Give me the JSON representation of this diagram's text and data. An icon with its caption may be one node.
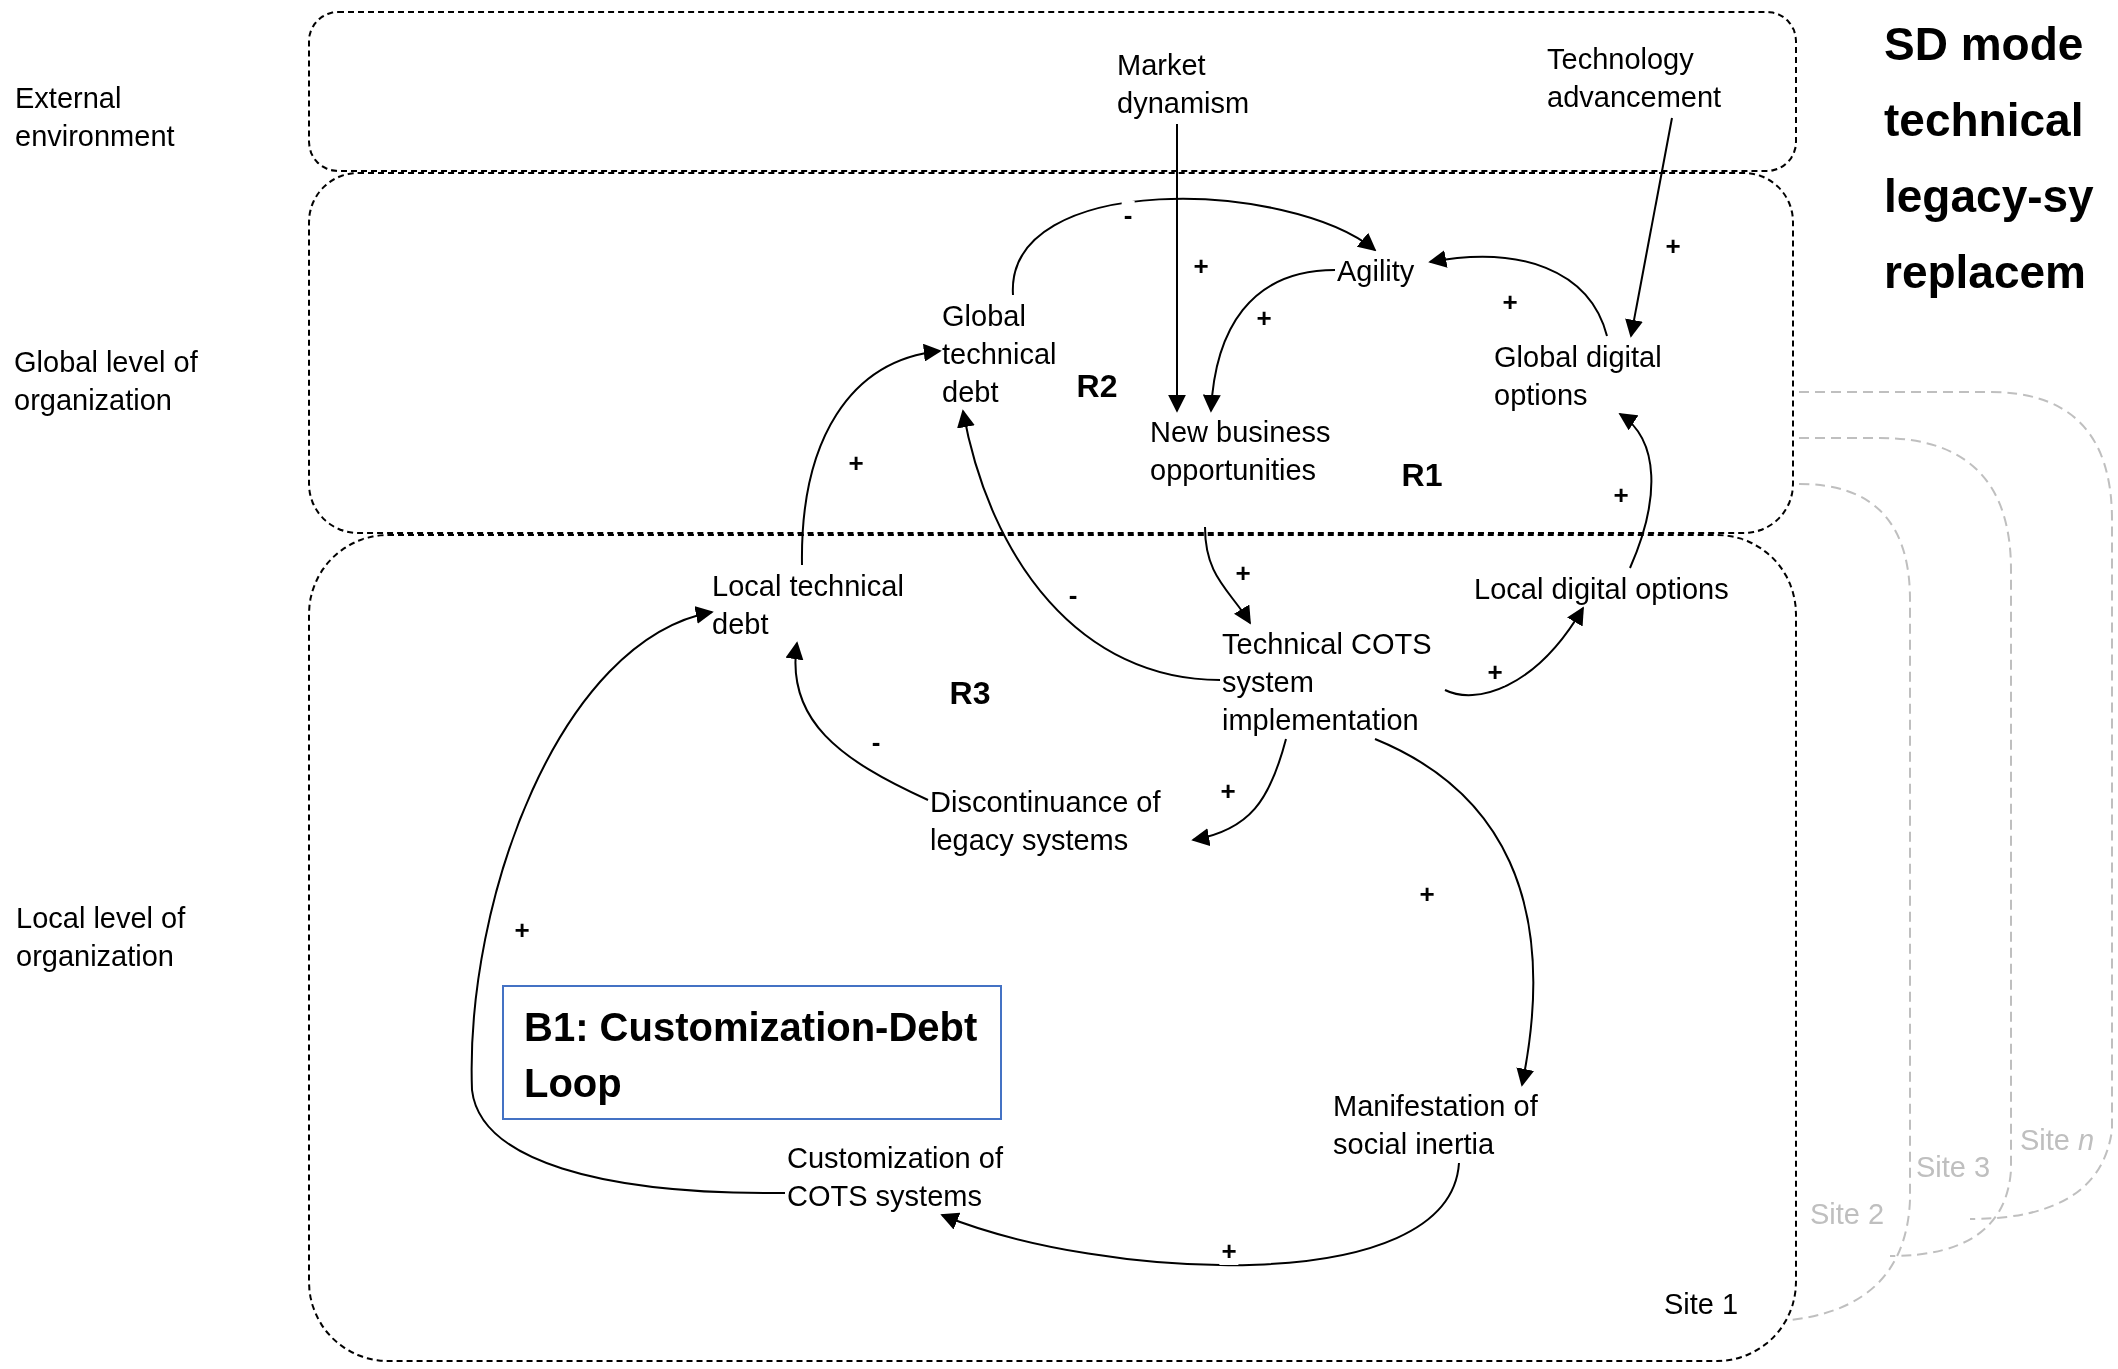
{
  "diagram": {
    "title": "SD mode technical legacy-sy replacem",
    "nodes": [
      {
        "text": [],
        "shape": "box"
      },
      {
        "text": [],
        "shape": "box"
      },
      {
        "text": [],
        "shape": "box"
      },
      {
        "text": [
          "Market dynamism"
        ],
        "in": 0
      },
      {
        "text": [
          "Technology advancement"
        ],
        "in": 0
      },
      {
        "text": [
          "Agility"
        ],
        "in": 1
      },
      {
        "text": [
          "Global technical debt"
        ],
        "in": 1
      },
      {
        "text": [
          "New business opportunities"
        ],
        "in": 1
      },
      {
        "text": [
          "Global digital options"
        ],
        "in": 1
      },
      {
        "text": [
          "Local technical debt"
        ],
        "in": 2
      },
      {
        "text": [
          "Local digital options"
        ],
        "in": 2
      },
      {
        "text": [
          "Technical COTS system implementation"
        ],
        "in": 2
      },
      {
        "text": [
          "Discontinuance of legacy systems"
        ],
        "in": 2
      },
      {
        "text": [
          "Manifestation of social inertia"
        ],
        "in": 2
      },
      {
        "text": [
          "Customization of COTS systems"
        ],
        "in": 2
      },
      {
        "text": [
          "B1: Customization-Debt Loop"
        ],
        "in": 2
      }
    ],
    "edges": [
      {
        "from": 3,
        "to": 7,
        "arrow": "to",
        "label": "+"
      },
      {
        "from": 4,
        "to": 8,
        "arrow": "to",
        "label": "+"
      },
      {
        "from": 6,
        "to": 5,
        "arrow": "to",
        "label": "-"
      },
      {
        "from": 5,
        "to": 7,
        "arrow": "to",
        "label": "+"
      },
      {
        "from": 8,
        "to": 5,
        "arrow": "to",
        "label": "+"
      },
      {
        "from": 9,
        "to": 6,
        "arrow": "to",
        "label": "+"
      },
      {
        "from": 7,
        "to": 11,
        "arrow": "to",
        "label": "+"
      },
      {
        "from": 11,
        "to": 6,
        "arrow": "to",
        "label": "-"
      },
      {
        "from": 11,
        "to": 10,
        "arrow": "to",
        "label": "+"
      },
      {
        "from": 10,
        "to": 8,
        "arrow": "to",
        "label": "+"
      },
      {
        "from": 11,
        "to": 12,
        "arrow": "to",
        "label": "+"
      },
      {
        "from": 12,
        "to": 9,
        "arrow": "to",
        "label": "-"
      },
      {
        "from": 11,
        "to": 13,
        "arrow": "to",
        "label": "+"
      },
      {
        "from": 13,
        "to": 14,
        "arrow": "to",
        "label": "+"
      },
      {
        "from": 14,
        "to": 9,
        "arrow": "to",
        "label": "+"
      }
    ],
    "labels": [
      "External environment",
      "Global level of organization",
      "R2",
      "R1",
      "R3",
      "Local level of organization",
      "Site *n*",
      "Site 3",
      "Site 2",
      "Site 1"
    ]
  }
}
